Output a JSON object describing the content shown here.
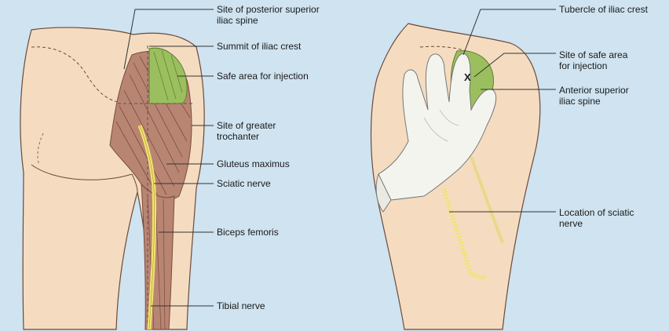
{
  "colors": {
    "background": "#cfe3f0",
    "skin": "#f5dcc0",
    "skin_outline": "#6b4a3a",
    "muscle": "#b98573",
    "safe_area": "#9bbf5e",
    "nerve": "#f1e36c",
    "glove": "#f4f4ef",
    "leader": "#333333"
  },
  "posterior_view": {
    "labels": {
      "psis": "Site of posterior superior\niliac spine",
      "summit": "Summit of iliac crest",
      "safe_area": "Safe area for injection",
      "trochanter": "Site of greater\ntrochanter",
      "gluteus": "Gluteus maximus",
      "sciatic": "Sciatic nerve",
      "biceps": "Biceps femoris",
      "tibial": "Tibial nerve"
    }
  },
  "lateral_view": {
    "labels": {
      "tubercle": "Tubercle of iliac crest",
      "safe_area": "Site of safe area\nfor injection",
      "asis": "Anterior superior\niliac spine",
      "sciatic_location": "Location of sciatic\nnerve"
    },
    "injection_mark": "X"
  }
}
